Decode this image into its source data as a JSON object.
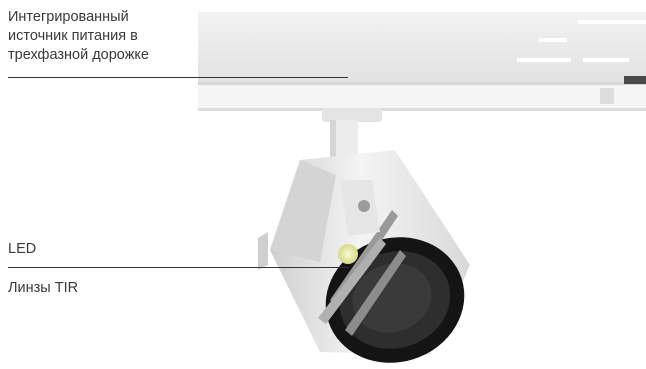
{
  "callouts": {
    "power_supply": {
      "lines": [
        "Интегрированный",
        "источник питания в",
        "трехфазной дорожке"
      ]
    },
    "led": {
      "label": "LED"
    },
    "lens": {
      "label": "Линзы TIR"
    }
  },
  "colors": {
    "track_body": "#ececec",
    "track_highlight": "#f7f7f7",
    "fixture_body": "#e9e9e9",
    "fixture_shadow": "#bdbdbd",
    "lens_dark": "#2a2a2a",
    "led_glow": "#f2f2b0",
    "text": "#3a3a3a",
    "leader_line": "#333333"
  }
}
